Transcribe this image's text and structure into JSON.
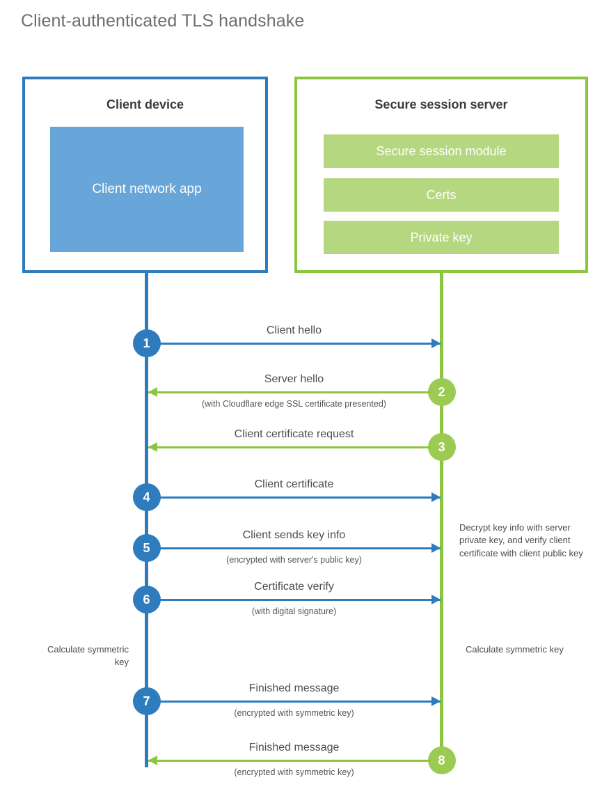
{
  "title": "Client-authenticated TLS handshake",
  "colors": {
    "client_blue": "#2e7cbd",
    "client_app_fill": "#68a5d8",
    "server_green": "#8cc63f",
    "server_bar_fill": "#b5d77f",
    "step_green": "#9ccb54",
    "text": "#4d4d4d",
    "title_text": "#6d6e71",
    "background": "#ffffff"
  },
  "client": {
    "title": "Client device",
    "app_label": "Client network app"
  },
  "server": {
    "title": "Secure session server",
    "bars": [
      {
        "label": "Secure session module"
      },
      {
        "label": "Certs"
      },
      {
        "label": "Private key"
      }
    ]
  },
  "steps": [
    {
      "number": "1",
      "label": "Client hello",
      "sub": "",
      "direction": "right",
      "color": "blue"
    },
    {
      "number": "2",
      "label": "Server hello",
      "sub": "(with Cloudflare edge SSL certificate presented)",
      "direction": "left",
      "color": "green"
    },
    {
      "number": "3",
      "label": "Client certificate request",
      "sub": "",
      "direction": "left",
      "color": "green"
    },
    {
      "number": "4",
      "label": "Client certificate",
      "sub": "",
      "direction": "right",
      "color": "blue"
    },
    {
      "number": "5",
      "label": "Client sends key info",
      "sub": "(encrypted with server's public key)",
      "direction": "right",
      "color": "blue"
    },
    {
      "number": "6",
      "label": "Certificate verify",
      "sub": "(with digital signature)",
      "direction": "right",
      "color": "blue"
    },
    {
      "number": "7",
      "label": "Finished message",
      "sub": "(encrypted with symmetric key)",
      "direction": "right",
      "color": "blue"
    },
    {
      "number": "8",
      "label": "Finished message",
      "sub": "(encrypted with symmetric key)",
      "direction": "left",
      "color": "green"
    }
  ],
  "notes": {
    "server_decrypt": "Decrypt key info with server private key, and verify client certificate with client public key",
    "client_calculate": "Calculate symmetric key",
    "server_calculate": "Calculate symmetric key"
  }
}
